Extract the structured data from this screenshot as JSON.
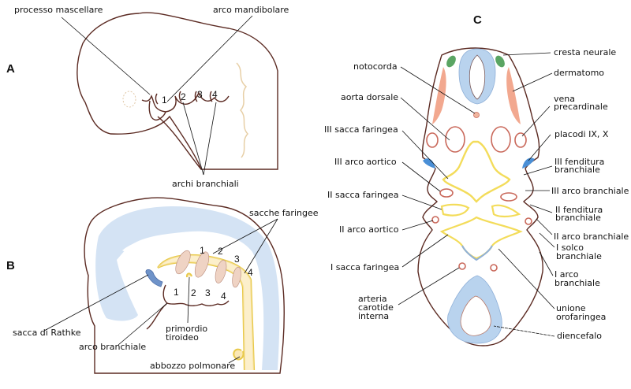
{
  "colors": {
    "embryo_fill": "#faeed7",
    "outline": "#5b2a22",
    "neural_blue": "#b9d3ee",
    "endoderm_yellow": "#f3dc5a",
    "vessel_red": "#c9685a",
    "dermatome_salmon": "#f2a88f",
    "neural_crest_green": "#5aa563",
    "placode_blue": "#4a8fd6",
    "arch_pink": "#efd3c4"
  },
  "panel_a": {
    "letter": "A",
    "labels": {
      "processo_mascellare": "processo mascellare",
      "arco_mandibolare": "arco mandibolare",
      "archi_branchiali": "archi branchiali"
    },
    "arch_numbers": [
      "1",
      "2",
      "3",
      "4"
    ]
  },
  "panel_b": {
    "letter": "B",
    "labels": {
      "sacche_faringee": "sacche faringee",
      "sacca_di_rathke": "sacca di Rathke",
      "arco_branchiale": "arco branchiale",
      "primordio_tiroideo_1": "primordio",
      "primordio_tiroideo_2": "tiroideo",
      "abbozzo_polmonare": "abbozzo polmonare"
    },
    "pouch_numbers": [
      "1",
      "2",
      "3",
      "4"
    ],
    "arch_numbers": [
      "1",
      "2",
      "3",
      "4"
    ]
  },
  "panel_c": {
    "letter": "C",
    "labels_left": {
      "notocorda": "notocorda",
      "aorta_dorsale": "aorta dorsale",
      "iii_sacca_faringea": "III sacca faringea",
      "iii_arco_aortico": "III arco aortico",
      "ii_sacca_faringea": "II sacca faringea",
      "ii_arco_aortico": "II arco aortico",
      "i_sacca_faringea": "I sacca faringea",
      "arteria_1": "arteria",
      "arteria_2": "carotide",
      "arteria_3": "interna"
    },
    "labels_right": {
      "cresta_neurale": "cresta neurale",
      "dermatomo": "dermatomo",
      "vena_1": "vena",
      "vena_2": "precardinale",
      "placodi": "placodi IX, X",
      "iii_fenditura_1": "III fenditura",
      "iii_fenditura_2": "branchiale",
      "iii_arco_branchiale": "III arco branchiale",
      "ii_fenditura_1": "II fenditura",
      "ii_fenditura_2": "branchiale",
      "ii_arco_branchiale": "II arco branchiale",
      "i_solco_1": "I solco",
      "i_solco_2": "branchiale",
      "i_arco_1": "I arco",
      "i_arco_2": "branchiale",
      "unione_1": "unione",
      "unione_2": "orofaringea",
      "diencefalo": "diencefalo"
    }
  }
}
